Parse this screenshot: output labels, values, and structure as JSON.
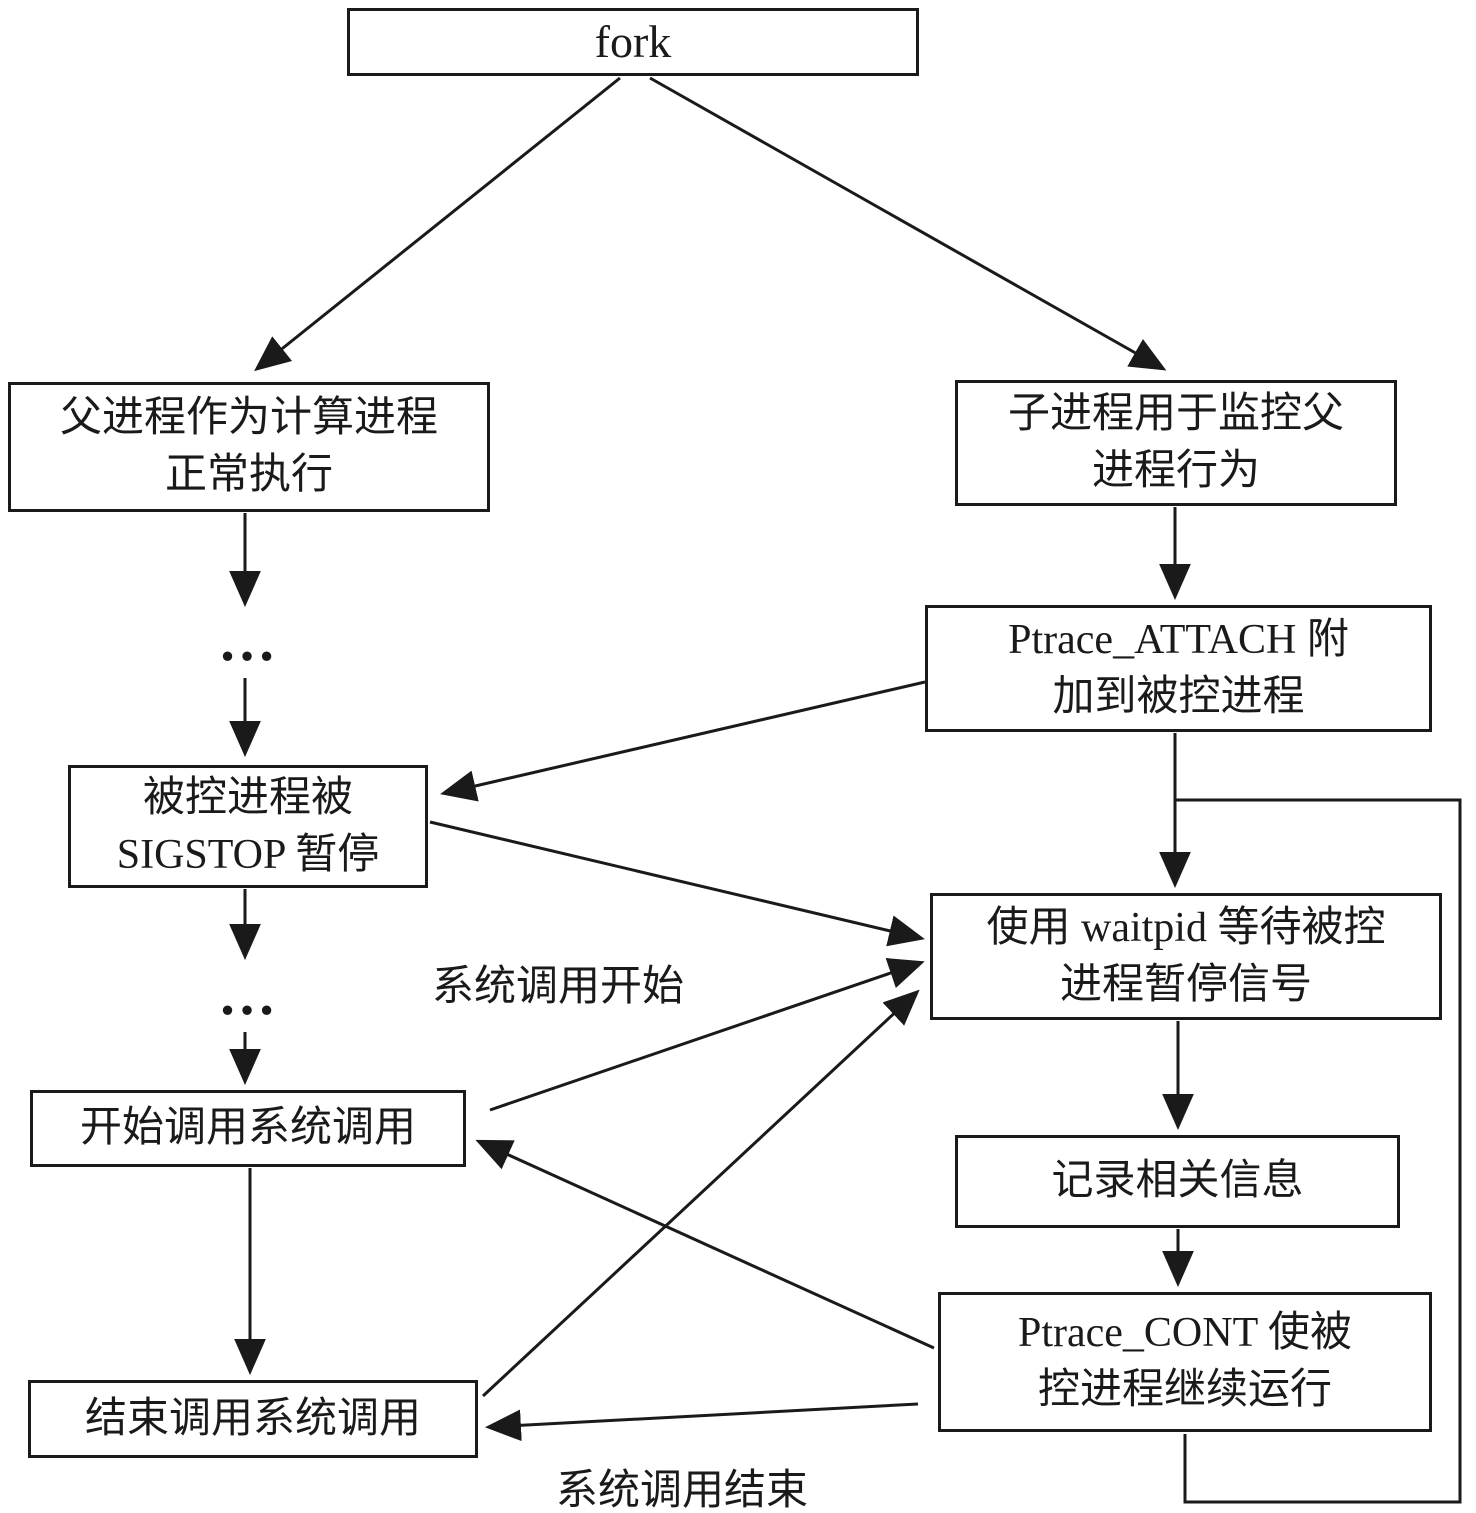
{
  "colors": {
    "line": "#1a1a1a",
    "box_background": "#ffffff"
  },
  "nodes": {
    "fork": {
      "label": "fork"
    },
    "parent_process": {
      "label": "父进程作为计算进程\n正常执行"
    },
    "child_process": {
      "label": "子进程用于监控父\n进程行为"
    },
    "ptrace_attach": {
      "label": "Ptrace_ATTACH 附\n加到被控进程"
    },
    "sigstop_pause": {
      "label": "被控进程被\nSIGSTOP 暂停"
    },
    "waitpid_wait": {
      "label": "使用 waitpid 等待被控\n进程暂停信号"
    },
    "syscall_begin": {
      "label": "开始调用系统调用"
    },
    "record_info": {
      "label": "记录相关信息"
    },
    "ptrace_cont": {
      "label": "Ptrace_CONT 使被\n控进程继续运行"
    },
    "syscall_end": {
      "label": "结束调用系统调用"
    },
    "ellipsis_1": {
      "label": "…"
    },
    "ellipsis_2": {
      "label": "…"
    }
  },
  "edge_labels": {
    "syscall_start": {
      "label": "系统调用开始"
    },
    "syscall_end": {
      "label": "系统调用结束"
    }
  }
}
